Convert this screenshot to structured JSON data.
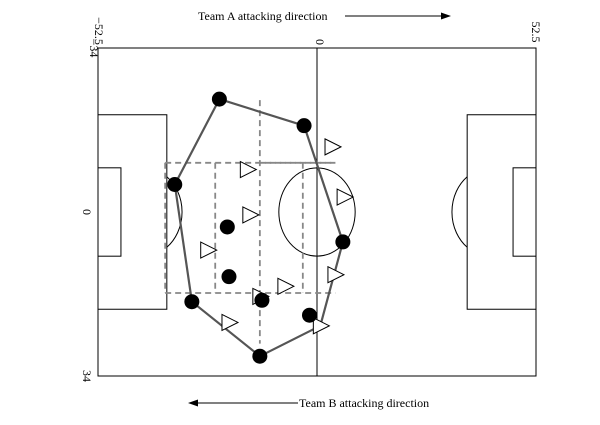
{
  "labels": {
    "team_a_direction": "Team A attacking direction",
    "team_b_direction": "Team B attacking direction",
    "x_left": "−52.5",
    "x_center": "0",
    "x_right": "52.5",
    "y_top": "−34",
    "y_middle": "0",
    "y_bottom": "34"
  },
  "colors": {
    "lines": "#000000",
    "grid": "#888888",
    "hull": "#555555",
    "team_a": "#000000",
    "team_b": "#ffffff"
  },
  "chart_data": {
    "type": "scatter",
    "xlim": [
      -52.5,
      52.5
    ],
    "ylim": [
      -34,
      34
    ],
    "team_a": [
      {
        "x": -34.1,
        "y": -5.7
      },
      {
        "x": -23.4,
        "y": -23.4
      },
      {
        "x": -3.1,
        "y": -17.9
      },
      {
        "x": 6.2,
        "y": 6.2
      },
      {
        "x": -21.5,
        "y": 3.1
      },
      {
        "x": -21.1,
        "y": 13.4
      },
      {
        "x": -13.2,
        "y": 18.3
      },
      {
        "x": -30.0,
        "y": 18.6
      },
      {
        "x": -1.8,
        "y": 21.4
      },
      {
        "x": -13.7,
        "y": 29.9
      }
    ],
    "team_b": [
      {
        "x": 3.6,
        "y": -13.5
      },
      {
        "x": -16.7,
        "y": -8.8
      },
      {
        "x": 6.5,
        "y": -3.1
      },
      {
        "x": -16.1,
        "y": 0.6
      },
      {
        "x": -26.2,
        "y": 7.9
      },
      {
        "x": 4.3,
        "y": 13.0
      },
      {
        "x": -7.7,
        "y": 15.4
      },
      {
        "x": -13.7,
        "y": 17.5
      },
      {
        "x": -21.1,
        "y": 22.9
      },
      {
        "x": 0.8,
        "y": 23.6
      }
    ],
    "hull": [
      {
        "x": -23.4,
        "y": -23.4
      },
      {
        "x": -3.1,
        "y": -17.9
      },
      {
        "x": 6.2,
        "y": 6.2
      },
      {
        "x": 0.8,
        "y": 23.6
      },
      {
        "x": -13.7,
        "y": 29.9
      },
      {
        "x": -30.0,
        "y": 18.6
      },
      {
        "x": -34.1,
        "y": -5.7
      }
    ],
    "grid_x": [
      -36.4,
      -24.4,
      -13.7,
      -3.4,
      4.4
    ],
    "grid_y": [
      -10.2,
      16.8
    ],
    "grid_inner_y": [
      -23.2,
      27.3
    ]
  }
}
